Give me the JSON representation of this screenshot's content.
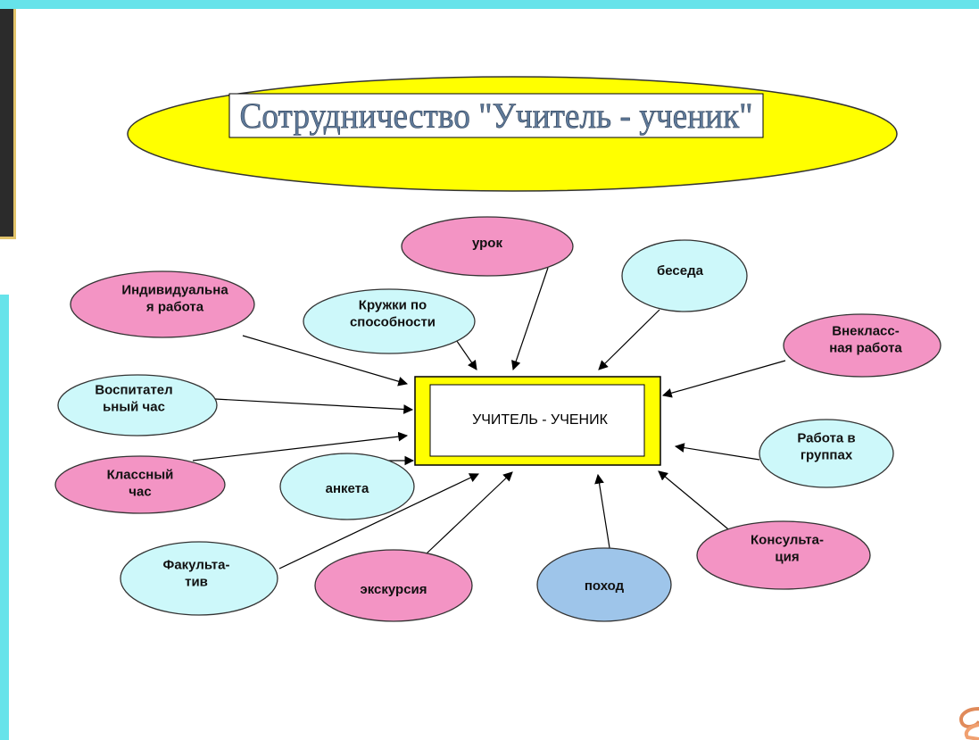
{
  "title": "Сотрудничество \"Учитель - ученик\"",
  "center": "УЧИТЕЛЬ - УЧЕНИК",
  "colors": {
    "pink": "#f394c4",
    "cyan": "#cdf8fa",
    "blue": "#9ec5ea",
    "title_oval": "#ffff00",
    "center_border": "#ffff00",
    "accent_strip": "#66e3ea"
  },
  "nodes": [
    {
      "id": "urok",
      "lines": [
        "урок"
      ],
      "color": "pink"
    },
    {
      "id": "beseda",
      "lines": [
        "беседа"
      ],
      "color": "cyan"
    },
    {
      "id": "individualnaya-rabota",
      "lines": [
        "Индивидуальна",
        "я работа"
      ],
      "color": "pink"
    },
    {
      "id": "kruzhki",
      "lines": [
        "Кружки по",
        "способности"
      ],
      "color": "cyan"
    },
    {
      "id": "vneklassnaya-rabota",
      "lines": [
        "Внекласс-",
        "ная работа"
      ],
      "color": "pink"
    },
    {
      "id": "vospitatelny-chas",
      "lines": [
        "Воспитател",
        "ьный час"
      ],
      "color": "cyan"
    },
    {
      "id": "rabota-v-gruppah",
      "lines": [
        "Работа в",
        "группах"
      ],
      "color": "cyan"
    },
    {
      "id": "klassny-chas",
      "lines": [
        "Классный",
        "час"
      ],
      "color": "pink"
    },
    {
      "id": "anketa",
      "lines": [
        "анкета"
      ],
      "color": "cyan"
    },
    {
      "id": "fakultativ",
      "lines": [
        "Факульта-",
        "тив"
      ],
      "color": "cyan"
    },
    {
      "id": "ekskursiya",
      "lines": [
        "экскурсия"
      ],
      "color": "pink"
    },
    {
      "id": "pohod",
      "lines": [
        "поход"
      ],
      "color": "blue"
    },
    {
      "id": "konsultaciya",
      "lines": [
        "Консульта-",
        "ция"
      ],
      "color": "pink"
    }
  ]
}
